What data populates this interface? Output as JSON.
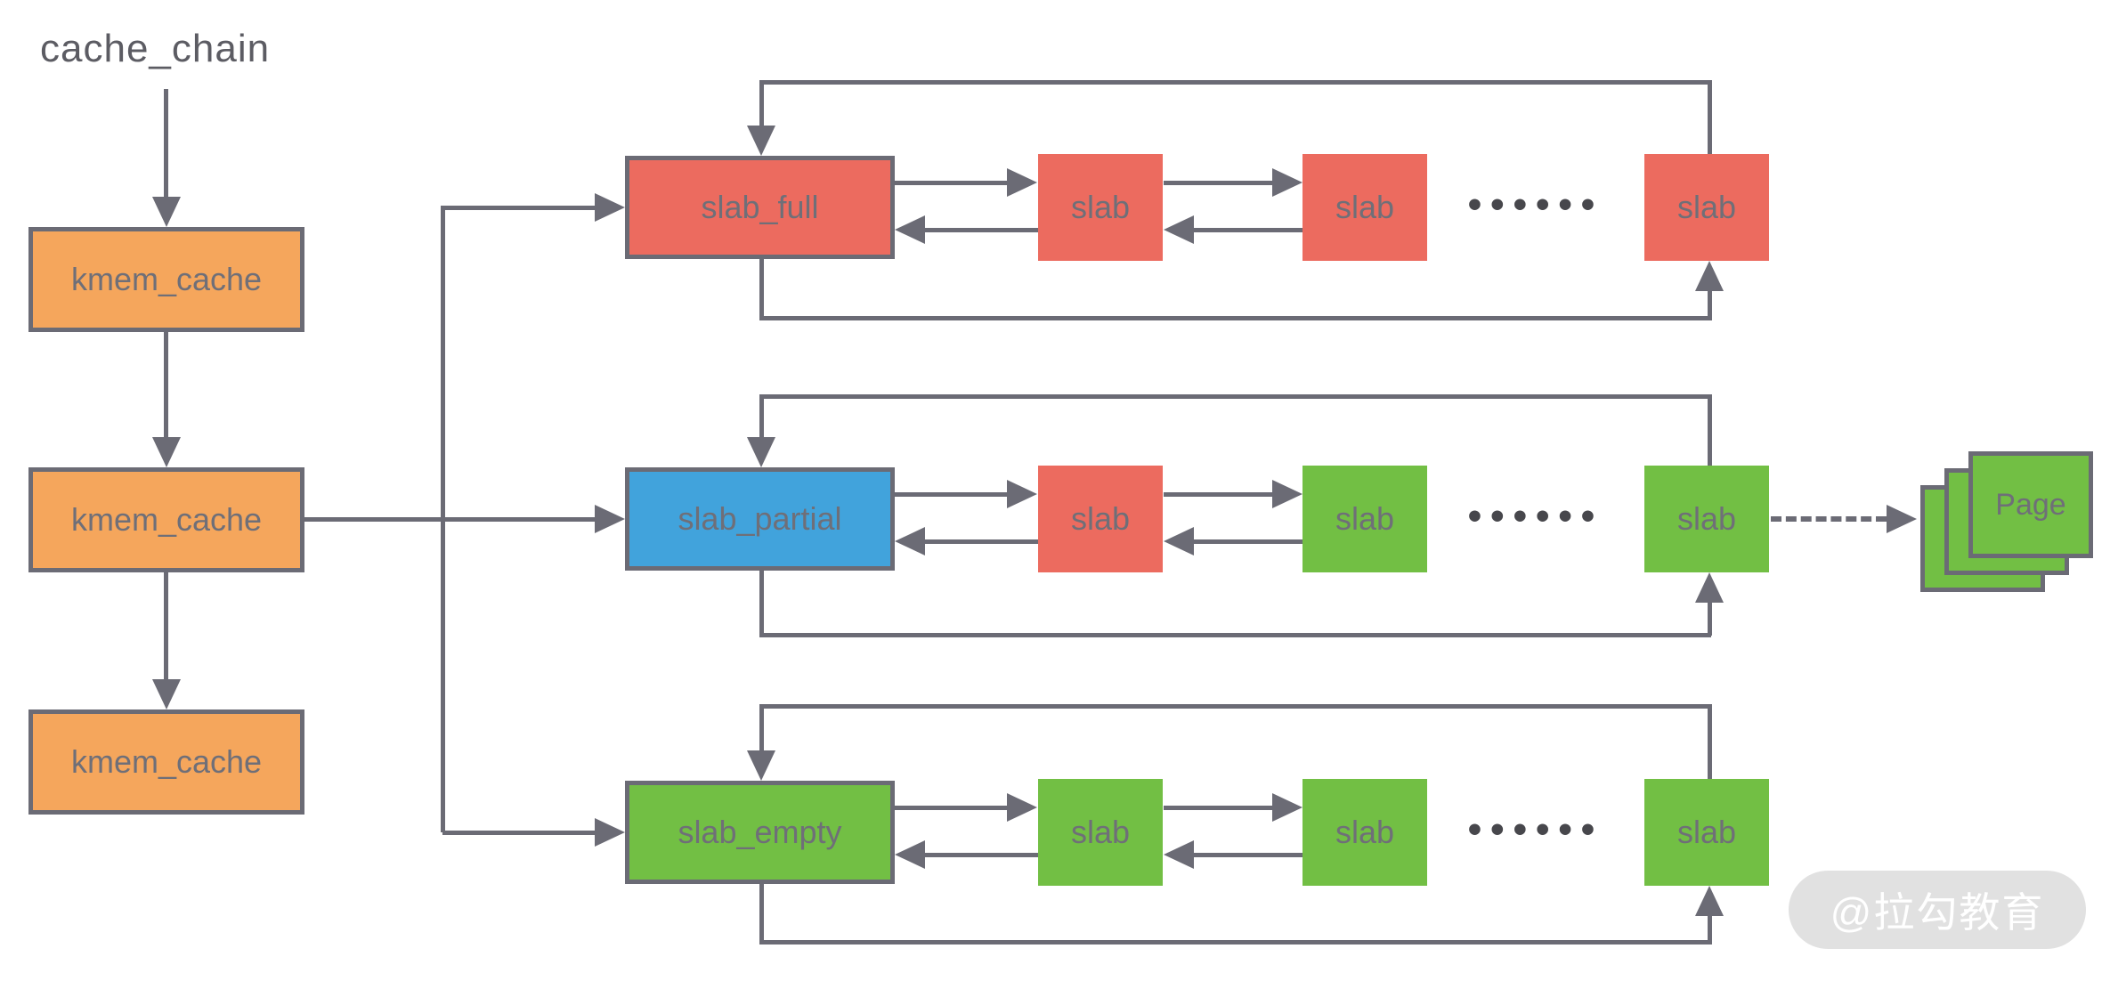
{
  "title": "cache_chain",
  "colors": {
    "orange": "#F5A65C",
    "red": "#EC6B5F",
    "blue": "#41A3DC",
    "green": "#72BF44",
    "line": "#6B6B75",
    "label": "#6F6F78",
    "title": "#5C5C63",
    "dots": "#47474C",
    "watermark_bg": "#E1E1E1",
    "watermark_text": "#FFFFFF"
  },
  "chain": [
    {
      "label": "kmem_cache"
    },
    {
      "label": "kmem_cache"
    },
    {
      "label": "kmem_cache"
    }
  ],
  "rows": [
    {
      "head": "slab_full",
      "slabs": [
        "slab",
        "slab",
        "slab"
      ],
      "dots": "••••••"
    },
    {
      "head": "slab_partial",
      "slabs": [
        "slab",
        "slab",
        "slab"
      ],
      "dots": "••••••"
    },
    {
      "head": "slab_empty",
      "slabs": [
        "slab",
        "slab",
        "slab"
      ],
      "dots": "••••••"
    }
  ],
  "page": {
    "label": "Page"
  },
  "watermark": {
    "text": "@拉勾教育"
  }
}
